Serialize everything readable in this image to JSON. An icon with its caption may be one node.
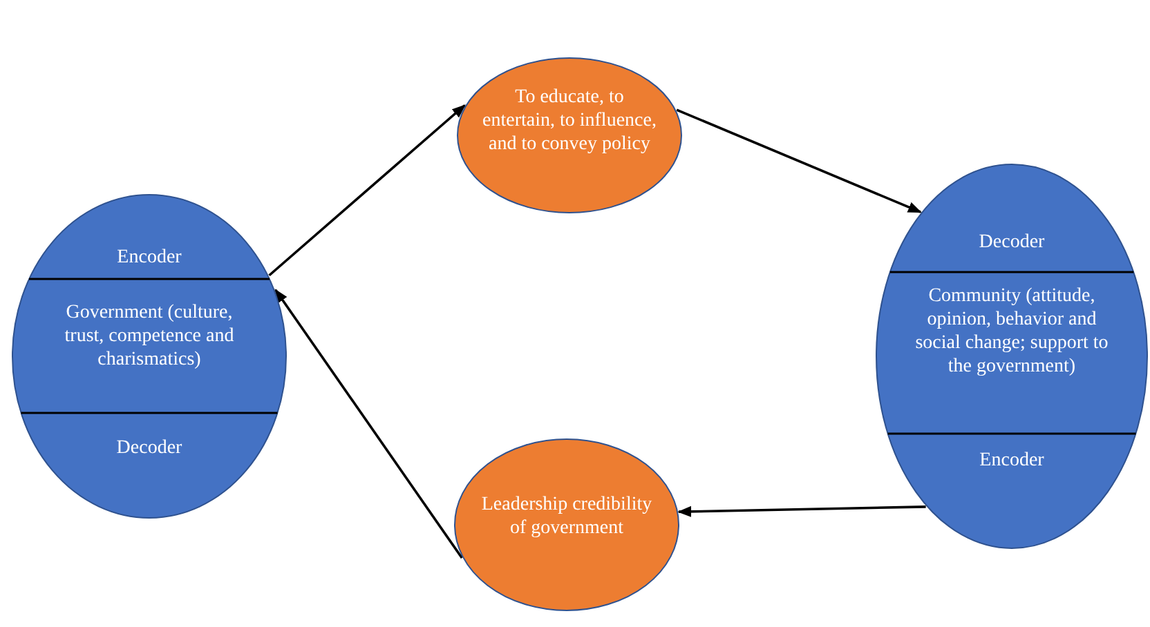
{
  "diagram": {
    "nodes": [
      {
        "text": [
          "Encoder",
          "Government (culture, trust, competence and charismatics)",
          "Decoder"
        ]
      },
      {
        "text": [
          "To educate, to entertain, to influence, and to convey policy"
        ]
      },
      {
        "text": [
          "Decoder",
          "Community (attitude, opinion, behavior and social change; support to the government)",
          "Encoder"
        ]
      },
      {
        "text": [
          "Leadership credibility of government"
        ]
      }
    ],
    "edges": [
      {
        "from": 0,
        "to": 1,
        "arrow": "to"
      },
      {
        "from": 1,
        "to": 2,
        "arrow": "to"
      },
      {
        "from": 2,
        "to": 3,
        "arrow": "to"
      },
      {
        "from": 3,
        "to": 0,
        "arrow": "to"
      }
    ]
  }
}
